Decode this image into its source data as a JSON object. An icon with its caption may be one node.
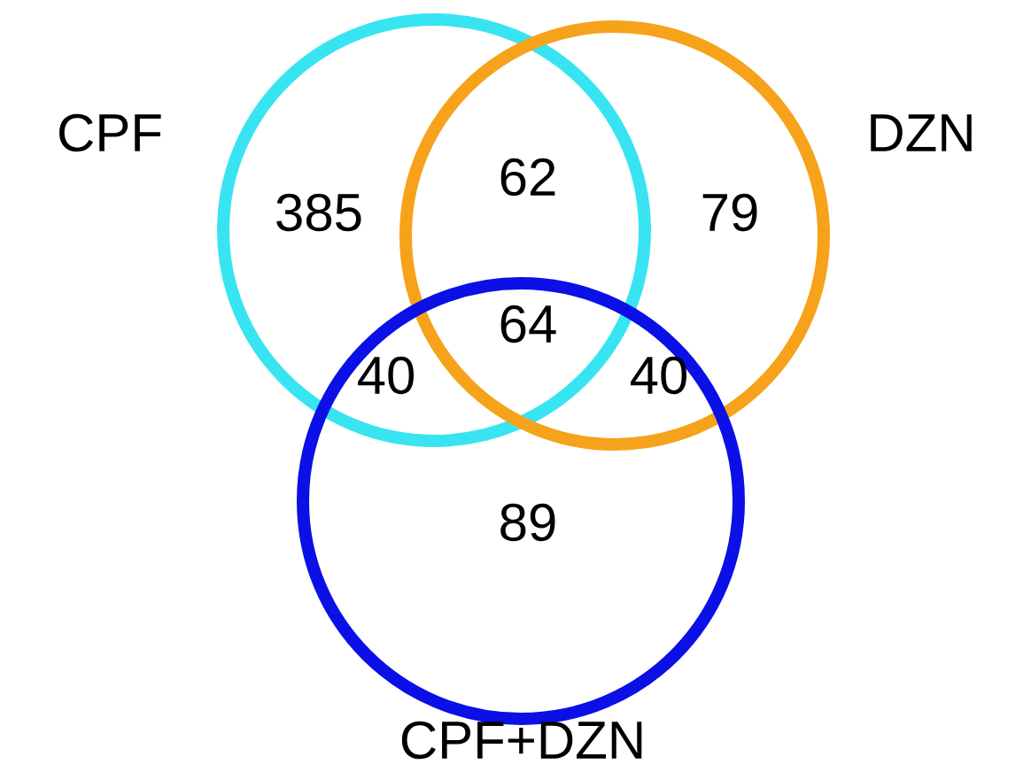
{
  "diagram": {
    "nodes": [
      {
        "text": [
          "CPF"
        ]
      },
      {
        "text": [
          "DZN"
        ]
      },
      {
        "text": [
          "CPF+DZN"
        ]
      }
    ],
    "labels": [
      "385",
      "62",
      "79",
      "64",
      "40",
      "40",
      "89"
    ]
  }
}
